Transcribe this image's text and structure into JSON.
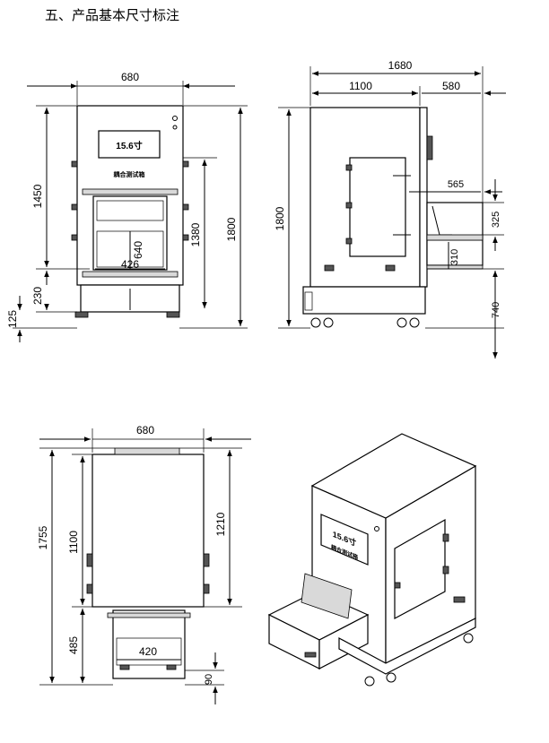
{
  "heading": "五、产品基本尺寸标注",
  "front": {
    "width": "680",
    "h_1450": "1450",
    "h_230": "230",
    "h_125": "125",
    "h_1380": "1380",
    "h_1800": "1800",
    "screen": "15.6寸",
    "badge": "耦合测试箱",
    "d_640": "640",
    "d_426": "426"
  },
  "side": {
    "total": "1680",
    "d_1100": "1100",
    "d_580": "580",
    "h_1800": "1800",
    "d_565": "565",
    "d_325": "325",
    "d_310": "310",
    "d_740": "740"
  },
  "top": {
    "width": "680",
    "h_1755": "1755",
    "h_1100": "1100",
    "h_485": "485",
    "h_1210": "1210",
    "d_420": "420",
    "d_90": "90"
  },
  "iso": {
    "screen": "15.6寸",
    "badge": "耦合测试箱"
  }
}
